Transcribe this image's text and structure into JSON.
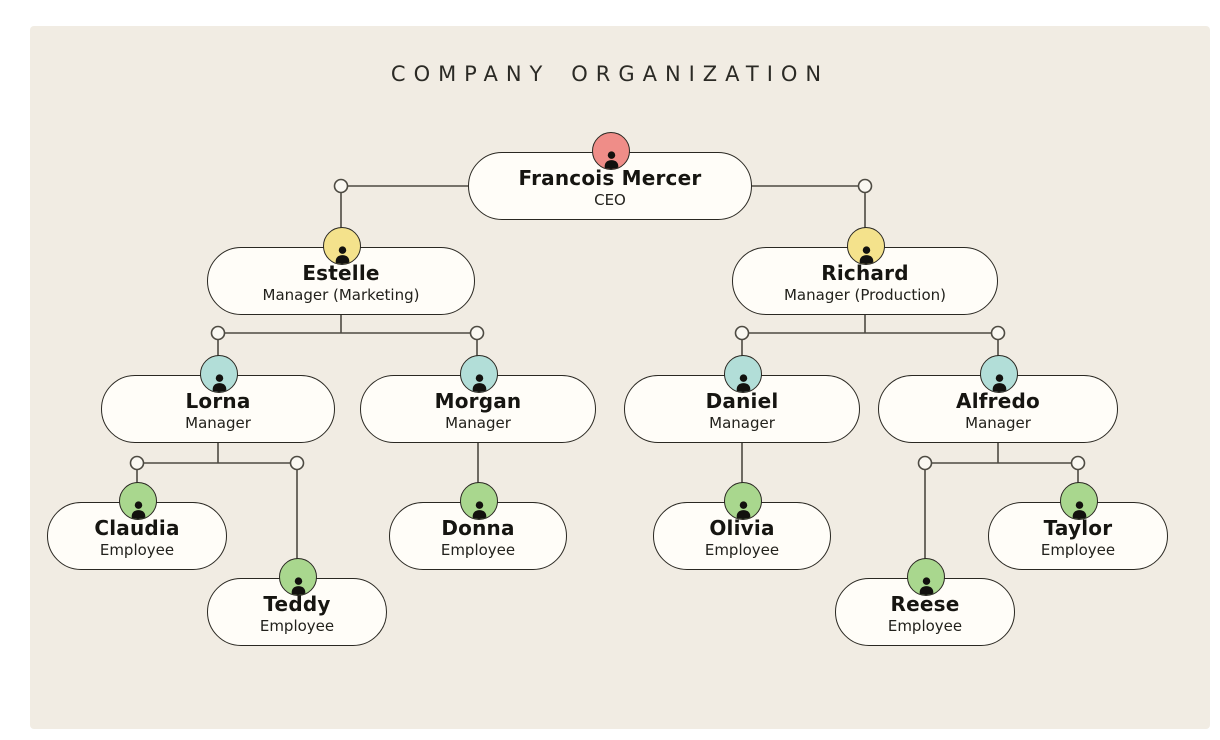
{
  "title": "COMPANY ORGANIZATION",
  "colors": {
    "page_bg": "#ffffff",
    "canvas_bg": "#f1ece3",
    "node_bg": "#fffdf8",
    "outline": "#2a2822",
    "connector_line": "#4d4a42",
    "junction_fill": "#faf8f2",
    "ceo_avatar": "#ef8d88",
    "manager_avatar": "#f4e28c",
    "submanager_avatar": "#b2ded8",
    "employee_avatar": "#a9d78e"
  },
  "icons": {
    "person": "person-silhouette",
    "junction": "small-open-circle"
  },
  "nodes": [
    {
      "name": "Francois Mercer",
      "role": "CEO",
      "reports_to": null
    },
    {
      "name": "Estelle",
      "role": "Manager (Marketing)",
      "reports_to": "Francois Mercer"
    },
    {
      "name": "Richard",
      "role": "Manager (Production)",
      "reports_to": "Francois Mercer"
    },
    {
      "name": "Lorna",
      "role": "Manager",
      "reports_to": "Estelle"
    },
    {
      "name": "Morgan",
      "role": "Manager",
      "reports_to": "Estelle"
    },
    {
      "name": "Daniel",
      "role": "Manager",
      "reports_to": "Richard"
    },
    {
      "name": "Alfredo",
      "role": "Manager",
      "reports_to": "Richard"
    },
    {
      "name": "Claudia",
      "role": "Employee",
      "reports_to": "Lorna"
    },
    {
      "name": "Teddy",
      "role": "Employee",
      "reports_to": "Lorna"
    },
    {
      "name": "Donna",
      "role": "Employee",
      "reports_to": "Morgan"
    },
    {
      "name": "Olivia",
      "role": "Employee",
      "reports_to": "Daniel"
    },
    {
      "name": "Reese",
      "role": "Employee",
      "reports_to": "Alfredo"
    },
    {
      "name": "Taylor",
      "role": "Employee",
      "reports_to": "Alfredo"
    }
  ]
}
